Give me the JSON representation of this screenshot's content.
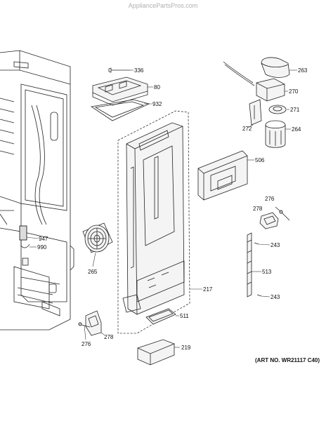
{
  "watermark": "AppliancePartsPros.com",
  "art_number": "(ART NO. WR21117 C40)",
  "labels": {
    "p336": "336",
    "p80": "80",
    "p932": "932",
    "p263": "263",
    "p270": "270",
    "p271": "271",
    "p272": "272",
    "p264": "264",
    "p506": "506",
    "p276a": "276",
    "p278a": "278",
    "p243a": "243",
    "p513": "513",
    "p243b": "243",
    "p947": "947",
    "p990": "990",
    "p265": "265",
    "p217": "217",
    "p511": "511",
    "p278b": "278",
    "p276b": "276",
    "p219": "219"
  }
}
